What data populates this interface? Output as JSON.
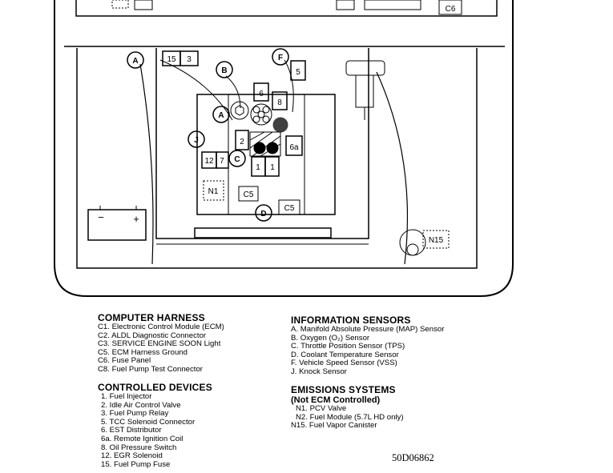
{
  "diagram": {
    "labels": {
      "c6": "C6",
      "a1": "A",
      "a2": "A",
      "b": "B",
      "c": "C",
      "d": "D",
      "f": "F",
      "j": "J",
      "fuse15": "15",
      "fuse3": "3",
      "relay5": "5",
      "dev6": "6",
      "dev8": "8",
      "dev2": "2",
      "dev6a": "6a",
      "dev1a": "1",
      "dev1b": "1",
      "dev12": "12",
      "dev7": "7",
      "n1": "N1",
      "c5a": "C5",
      "c5b": "C5",
      "n15": "N15",
      "battery_neg": "−",
      "battery_pos": "+"
    }
  },
  "legend": {
    "computer_harness": {
      "heading": "COMPUTER HARNESS",
      "items": [
        "C1. Electronic Control Module (ECM)",
        "C2. ALDL Diagnostic Connector",
        "C3. SERVICE ENGINE SOON Light",
        "C5. ECM Harness Ground",
        "C6. Fuse Panel",
        "C8. Fuel Pump Test Connector"
      ]
    },
    "controlled_devices": {
      "heading": "CONTROLLED DEVICES",
      "items": [
        "1. Fuel Injector",
        "2. Idle Air Control Valve",
        "3. Fuel Pump Relay",
        "5. TCC Solenoid Connector",
        "6. EST Distributor",
        "6a. Remote Ignition Coil",
        "8. Oil Pressure Switch",
        "12. EGR Solenoid",
        "15. Fuel Pump Fuse"
      ]
    },
    "information_sensors": {
      "heading": "INFORMATION SENSORS",
      "items": [
        "A. Manifold Absolute Pressure (MAP) Sensor",
        "B. Oxygen (O₂) Sensor",
        "C. Throttle Position Sensor (TPS)",
        "D. Coolant Temperature Sensor",
        "F. Vehicle Speed Sensor (VSS)",
        "J. Knock Sensor"
      ]
    },
    "emissions_systems": {
      "heading": "EMISSIONS SYSTEMS",
      "subheading": "(Not ECM Controlled)",
      "items": [
        "N1. PCV Valve",
        "N2. Fuel Module (5.7L HD only)",
        "N15. Fuel Vapor Canister"
      ]
    }
  },
  "figure_code": "50D06862"
}
